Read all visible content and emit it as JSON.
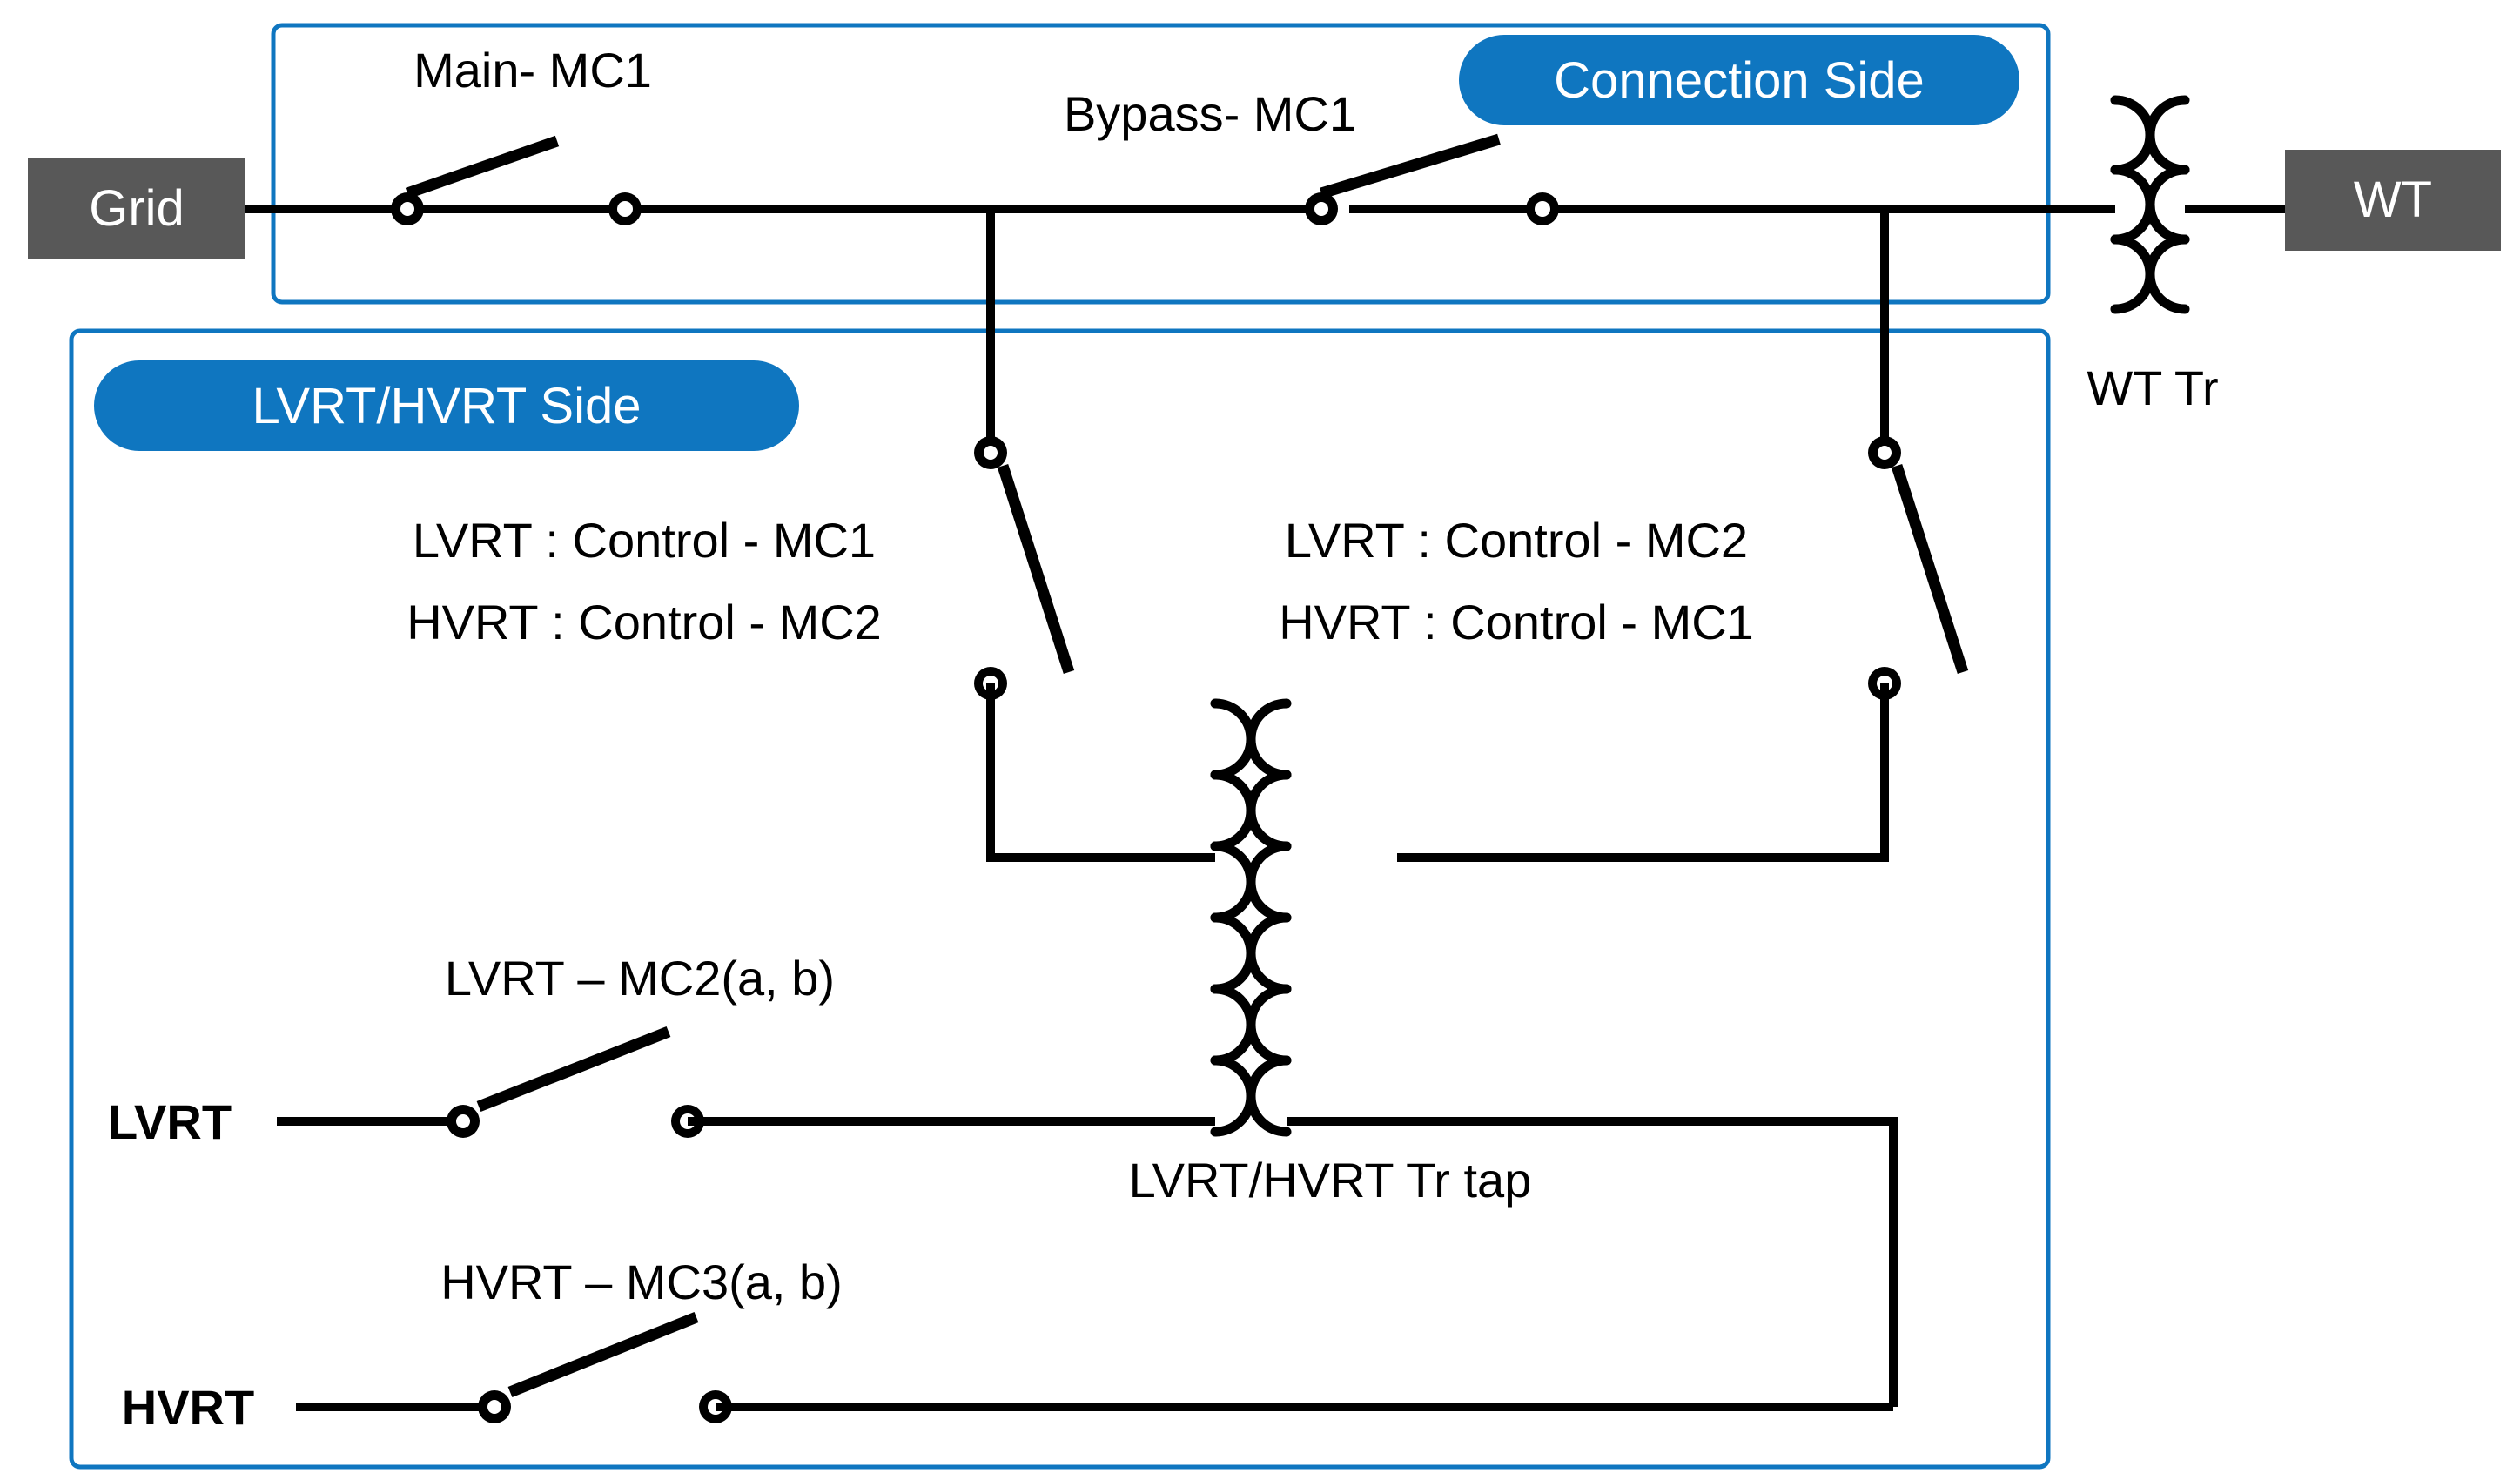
{
  "diagram": {
    "title": "LVRT/HVRT test system single-line diagram",
    "colors": {
      "accent_blue": "#0F76C0",
      "block_gray": "#585858",
      "wire_black": "#000000",
      "background": "#FFFFFF"
    }
  },
  "blocks": {
    "grid": "Grid",
    "wt": "WT"
  },
  "pills": {
    "connection_side": "Connection Side",
    "lvrt_hvrt_side": "LVRT/HVRT Side"
  },
  "labels": {
    "main_mc1": "Main- MC1",
    "bypass_mc1": "Bypass- MC1",
    "wt_tr": "WT Tr",
    "left_branch_lvrt": "LVRT : Control - MC1",
    "left_branch_hvrt": "HVRT : Control - MC2",
    "right_branch_lvrt": "LVRT : Control - MC2",
    "right_branch_hvrt": "HVRT : Control - MC1",
    "lvrt_mc2": "LVRT – MC2(a, b)",
    "hvrt_mc3": "HVRT – MC3(a, b)",
    "tr_tap": "LVRT/HVRT Tr tap",
    "lvrt_terminal": "LVRT",
    "hvrt_terminal": "HVRT"
  },
  "switches": [
    {
      "id": "main-mc1",
      "label": "Main- MC1",
      "state": "open"
    },
    {
      "id": "bypass-mc1",
      "label": "Bypass- MC1",
      "state": "open"
    },
    {
      "id": "left-branch",
      "label": "LVRT : Control - MC1 / HVRT : Control - MC2",
      "state": "open"
    },
    {
      "id": "right-branch",
      "label": "LVRT : Control - MC2 / HVRT : Control - MC1",
      "state": "open"
    },
    {
      "id": "lvrt-mc2",
      "label": "LVRT – MC2(a, b)",
      "state": "open"
    },
    {
      "id": "hvrt-mc3",
      "label": "HVRT – MC3(a, b)",
      "state": "open"
    }
  ],
  "transformers": [
    {
      "id": "wt-tr",
      "label": "WT Tr",
      "turns_per_side": 3
    },
    {
      "id": "lvrt-hvrt-tr",
      "label": "LVRT/HVRT Tr tap",
      "turns_per_side": 6
    }
  ]
}
